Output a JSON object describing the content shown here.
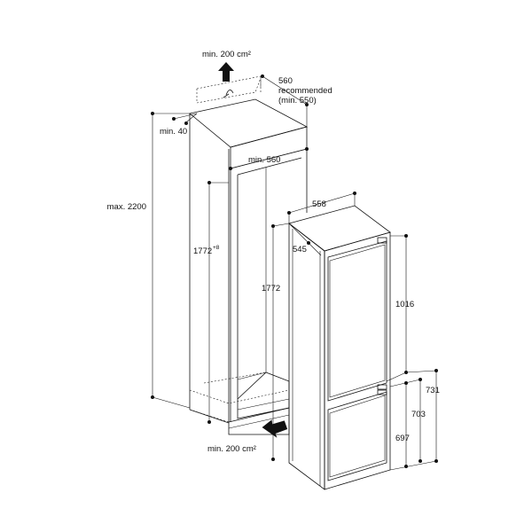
{
  "labels": {
    "vent_top": "min. 200 cm²",
    "niche_depth_1": "560",
    "niche_depth_2": "recommended",
    "niche_depth_3": "(min. 550)",
    "top_gap": "min. 40",
    "max_height": "max. 2200",
    "niche_width": "min. 560",
    "niche_height": "1772",
    "niche_height_tol": "+8",
    "appliance_width": "558",
    "appliance_depth": "545",
    "appliance_height": "1772",
    "upper_door": "1016",
    "dim_731": "731",
    "dim_703": "703",
    "dim_697": "697",
    "vent_bottom": "min. 200 cm²"
  },
  "colors": {
    "line": "#111111",
    "arrow": "#111111",
    "background": "#ffffff"
  }
}
